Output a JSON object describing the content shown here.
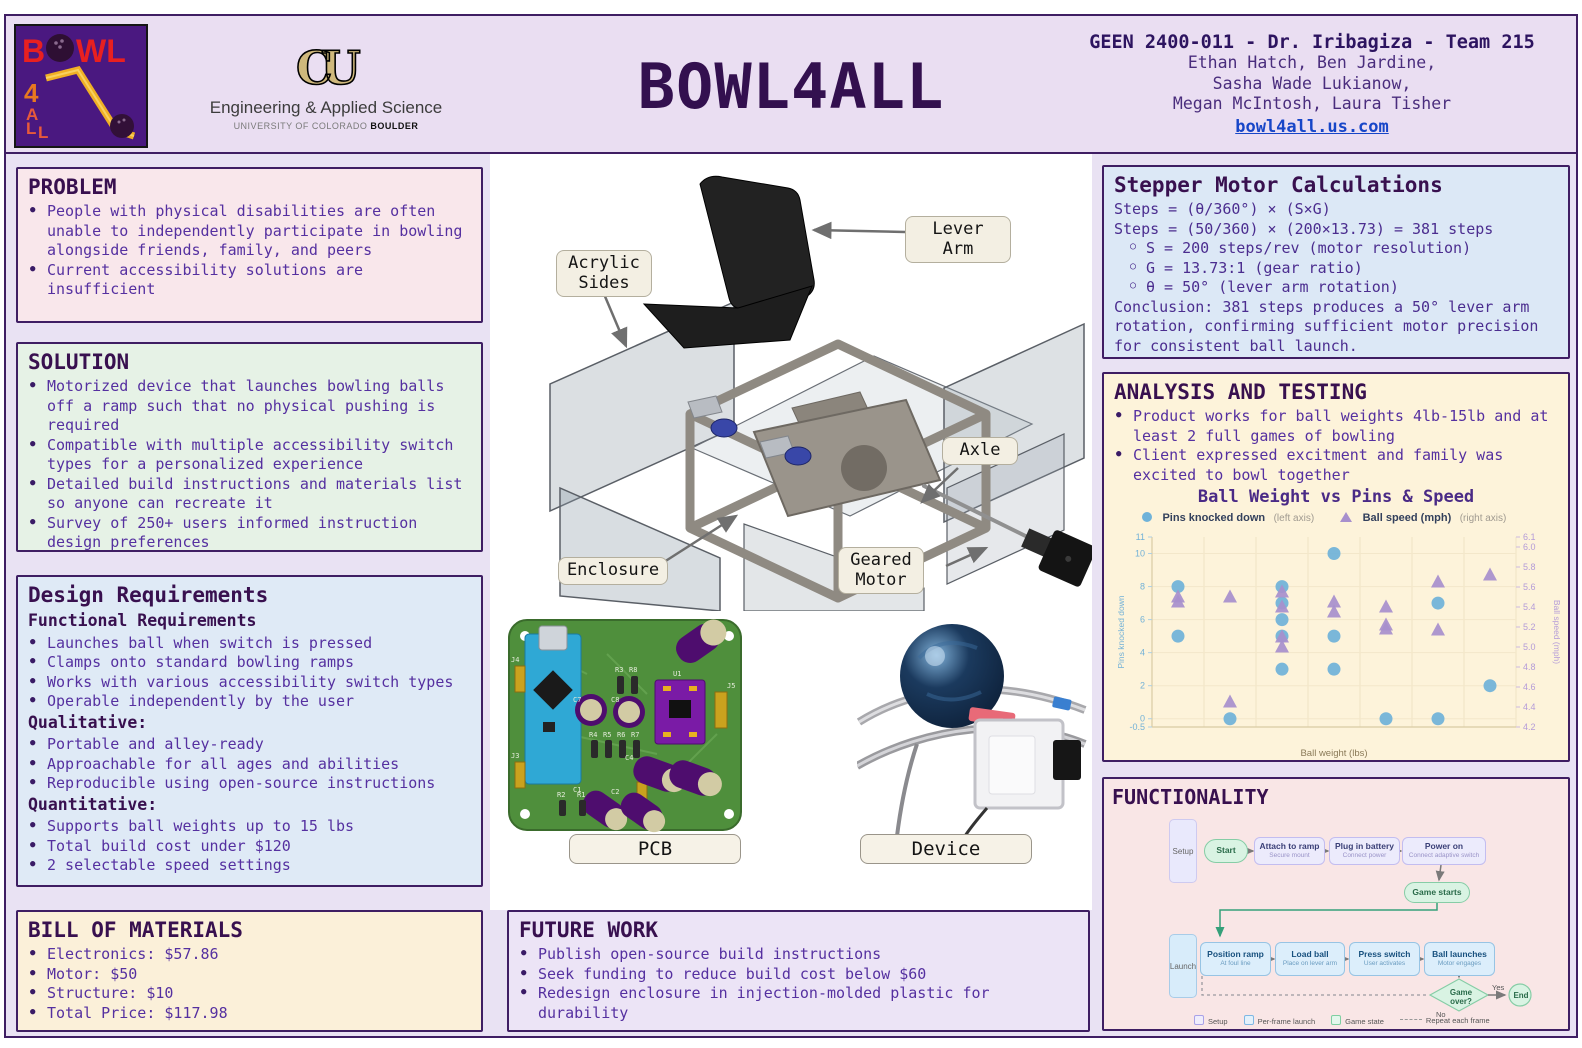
{
  "colors": {
    "poster_purple": "#3f1e63",
    "link_blue": "#1746c8",
    "chart_blue": "#6fb2d9",
    "chart_purple": "#a78fcd"
  },
  "header": {
    "title": "BOWL4ALL",
    "course": "GEEN 2400-011 - Dr. Iribagiza - Team 215",
    "team_lines": [
      "Ethan Hatch, Ben Jardine,",
      "Sasha Wade Lukianow,",
      "Megan McIntosh, Laura Tisher"
    ],
    "website": "bowl4all.us.com",
    "logo": {
      "b": "B",
      "wl": "WL",
      "vertical_letters": [
        "4",
        "A",
        "L",
        "L"
      ]
    },
    "cu": {
      "mark": "CU",
      "org": "Engineering & Applied Science",
      "univ": "UNIVERSITY OF COLORADO ",
      "campus": "BOULDER"
    }
  },
  "problem": {
    "title": "PROBLEM",
    "bullets": [
      "People with physical disabilities are often unable to independently participate in bowling alongside friends, family, and peers",
      "Current accessibility solutions are insufficient"
    ]
  },
  "solution": {
    "title": "SOLUTION",
    "bullets": [
      "Motorized device that launches bowling balls off a ramp such that no physical pushing is required",
      "Compatible with multiple accessibility switch types for a personalized experience",
      "Detailed build instructions and materials list so anyone can recreate it",
      "Survey of 250+ users informed instruction design preferences"
    ]
  },
  "design_requirements": {
    "title": "Design Requirements",
    "sections": [
      {
        "heading": "Functional Requirements",
        "bullets": [
          "Launches ball when switch is pressed",
          "Clamps onto standard bowling ramps",
          "Works with various accessibility switch types",
          "Operable independently by the user"
        ]
      },
      {
        "heading": "Qualitative:",
        "bullets": [
          "Portable and alley-ready",
          "Approachable for all ages and abilities",
          "Reproducible using open-source instructions"
        ]
      },
      {
        "heading": "Quantitative:",
        "bullets": [
          "Supports ball weights up to 15 lbs",
          "Total build cost under $120",
          "2 selectable speed settings"
        ]
      }
    ]
  },
  "bill_of_materials": {
    "title": "BILL OF MATERIALS",
    "bullets": [
      "Electronics: $57.86",
      "Motor: $50",
      "Structure: $10",
      "Total Price: $117.98"
    ]
  },
  "future_work": {
    "title": "FUTURE WORK",
    "bullets": [
      "Publish open-source build instructions",
      "Seek funding to reduce build cost below $60",
      "Redesign enclosure in injection-molded plastic for durability"
    ]
  },
  "stepper": {
    "title": "Stepper Motor Calculations",
    "lines": [
      "Steps = (θ/360°) × (S×G)",
      "Steps = (50/360) × (200×13.73) = 381 steps"
    ],
    "sub_bullets": [
      "S = 200 steps/rev (motor resolution)",
      "G = 13.73:1 (gear ratio)",
      "θ = 50° (lever arm rotation)"
    ],
    "conclusion": "Conclusion: 381 steps produces a 50° lever arm rotation, confirming sufficient motor precision for consistent ball launch."
  },
  "analysis": {
    "title": "ANALYSIS AND TESTING",
    "bullets": [
      "Product works for ball weights 4lb-15lb and at least 2 full games of bowling",
      "Client expressed excitment and family was excited to bowl together"
    ]
  },
  "chart_data": {
    "type": "scatter",
    "title": "Ball Weight vs Pins & Speed",
    "xlabel": "Ball weight (lbs)",
    "ylabel_left": "Pins knocked down",
    "ylabel_right": "Ball speed (mph)",
    "x_bins": 7,
    "x_tick_labels": [],
    "ylim_left": [
      -0.5,
      11
    ],
    "ylim_right": [
      4.2,
      6.1
    ],
    "left_ticks": [
      -0.5,
      0,
      2,
      4,
      6,
      8,
      10,
      11
    ],
    "left_gridlines": [
      0,
      2,
      4,
      6,
      8,
      10
    ],
    "right_ticks": [
      4.2,
      4.4,
      4.6,
      4.8,
      5.0,
      5.2,
      5.4,
      5.6,
      5.8,
      6.0,
      6.1
    ],
    "grid": true,
    "legend_position": "top-left",
    "series": [
      {
        "name": "Pins knocked down",
        "axis": "left",
        "marker": "circle",
        "color": "#6fb2d9",
        "points": [
          [
            1,
            8
          ],
          [
            1,
            5
          ],
          [
            2,
            0
          ],
          [
            3,
            8
          ],
          [
            3,
            7
          ],
          [
            3,
            6
          ],
          [
            3,
            5
          ],
          [
            3,
            3
          ],
          [
            4,
            10
          ],
          [
            4,
            5
          ],
          [
            4,
            3
          ],
          [
            5,
            0
          ],
          [
            6,
            7
          ],
          [
            6,
            0
          ],
          [
            7,
            2
          ]
        ]
      },
      {
        "name": "Ball speed (mph)",
        "axis": "right",
        "marker": "triangle",
        "color": "#a78fcd",
        "points": [
          [
            1,
            5.5
          ],
          [
            1,
            5.45
          ],
          [
            2,
            5.5
          ],
          [
            2,
            4.45
          ],
          [
            3,
            5.55
          ],
          [
            3,
            5.4
          ],
          [
            3,
            5.1
          ],
          [
            3,
            5.0
          ],
          [
            4,
            5.45
          ],
          [
            4,
            5.35
          ],
          [
            5,
            5.4
          ],
          [
            5,
            5.22
          ],
          [
            5,
            5.18
          ],
          [
            6,
            5.65
          ],
          [
            6,
            5.17
          ],
          [
            7,
            5.72
          ]
        ]
      }
    ],
    "legend": [
      {
        "label": "Pins knocked down",
        "note": "(left axis)"
      },
      {
        "label": "Ball speed (mph)",
        "note": "(right axis)"
      }
    ]
  },
  "diagram": {
    "labels": {
      "lever_arm": "Lever Arm",
      "acrylic_sides": "Acrylic Sides",
      "axle": "Axle",
      "enclosure": "Enclosure",
      "geared_motor": "Geared Motor"
    },
    "captions": {
      "pcb": "PCB",
      "device": "Device"
    }
  },
  "pcb_silkscreen": [
    "J4",
    "J3",
    "U1",
    "J5",
    "R3",
    "R8",
    "R4",
    "R5",
    "R6",
    "R7",
    "R2",
    "R1",
    "C7",
    "C8",
    "C4",
    "C1",
    "C2"
  ],
  "functionality": {
    "title": "FUNCTIONALITY",
    "lanes": {
      "setup": "Setup",
      "launch": "Launch"
    },
    "nodes": {
      "start": {
        "title": "Start"
      },
      "attach": {
        "title": "Attach to ramp",
        "sub": "Secure mount"
      },
      "plug": {
        "title": "Plug in battery",
        "sub": "Connect power"
      },
      "power": {
        "title": "Power on",
        "sub": "Connect adaptive switch"
      },
      "game_starts": {
        "title": "Game starts"
      },
      "position": {
        "title": "Position ramp",
        "sub": "At foul line"
      },
      "load": {
        "title": "Load ball",
        "sub": "Place on lever arm"
      },
      "press": {
        "title": "Press switch",
        "sub": "User activates"
      },
      "launch": {
        "title": "Ball launches",
        "sub": "Motor engages"
      },
      "game_over": {
        "title": "Game over?"
      },
      "end": {
        "title": "End"
      }
    },
    "edge_labels": {
      "yes": "Yes",
      "no": "No"
    },
    "legend": [
      {
        "label": "Setup"
      },
      {
        "label": "Per-frame launch"
      },
      {
        "label": "Game state"
      },
      {
        "label": "Repeat each frame"
      }
    ]
  }
}
